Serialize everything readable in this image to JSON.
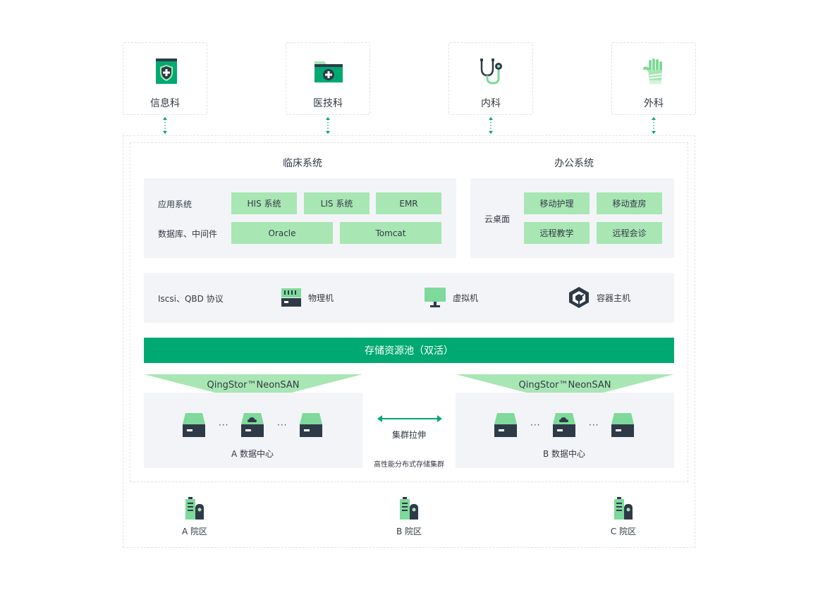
{
  "departments": [
    {
      "label": "信息科",
      "icon": "shield-folder-icon"
    },
    {
      "label": "医技科",
      "icon": "medical-folder-icon"
    },
    {
      "label": "内科",
      "icon": "stethoscope-icon"
    },
    {
      "label": "外科",
      "icon": "surgical-glove-icon"
    }
  ],
  "clinical": {
    "title": "临床系统",
    "app_label": "应用系统",
    "apps": [
      "HIS 系统",
      "LIS 系统",
      "EMR"
    ],
    "db_label": "数据库、中间件",
    "middleware": [
      "Oracle",
      "Tomcat"
    ]
  },
  "office": {
    "title": "办公系统",
    "desktop_label": "云桌面",
    "items": [
      "移动护理",
      "移动查房",
      "远程教学",
      "远程会诊"
    ]
  },
  "protocol": {
    "label": "Iscsi、QBD 协议",
    "physical": "物理机",
    "virtual": "虚拟机",
    "container": "容器主机"
  },
  "pool": {
    "label": "存储资源池（双活）"
  },
  "datacenters": {
    "product": "QingStor™NeonSAN",
    "a_label": "A 数据中心",
    "b_label": "B 数据中心",
    "dots": "···",
    "stretch_label": "集群拉伸",
    "cluster_label": "高性能分布式存储集群"
  },
  "campuses": [
    "A 院区",
    "B 院区",
    "C 院区"
  ],
  "colors": {
    "brand_green": "#00a971",
    "light_green": "#a8e6b4",
    "panel_gray": "#f3f4f7",
    "dark": "#3b4354"
  }
}
